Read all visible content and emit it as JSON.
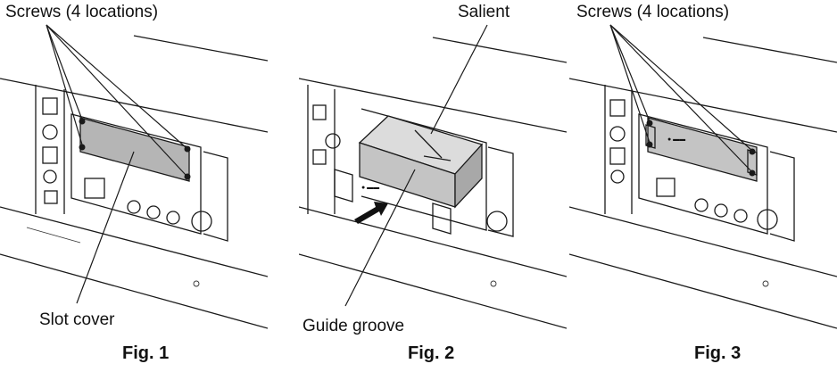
{
  "figures": [
    {
      "caption": "Fig. 1",
      "callouts": {
        "screws": "Screws (4 locations)",
        "slot_cover": "Slot cover"
      }
    },
    {
      "caption": "Fig. 2",
      "callouts": {
        "salient": "Salient",
        "guide_groove": "Guide groove"
      }
    },
    {
      "caption": "Fig. 3",
      "callouts": {
        "screws": "Screws (4 locations)"
      }
    }
  ],
  "colors": {
    "line": "#1a1a1a",
    "cover_fill": "#b5b5b5",
    "board_fill": "#c4c4c4",
    "arrow_fill": "#111111"
  }
}
